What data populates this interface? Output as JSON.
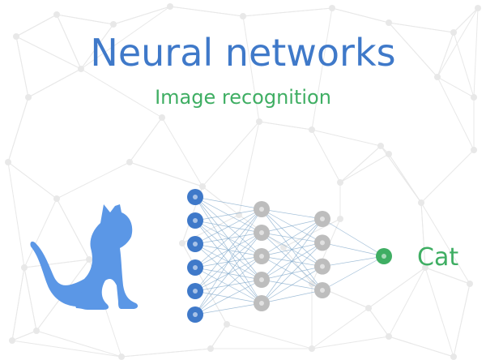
{
  "title": "Neural networks",
  "subtitle": "Image recognition",
  "output_label": "Cat",
  "network": {
    "layers": [
      6,
      5,
      4,
      1
    ]
  },
  "colors": {
    "title": "#3f79c9",
    "subtitle": "#3fae63",
    "cat": "#5b97e6",
    "input_node": "#3f79c9",
    "hidden_node": "#bdbdbd",
    "output_node": "#3fae63",
    "connection": "#7fa7c9",
    "background_mesh": "#e8e8e8"
  },
  "icons": {
    "input": "cat-silhouette-icon"
  }
}
